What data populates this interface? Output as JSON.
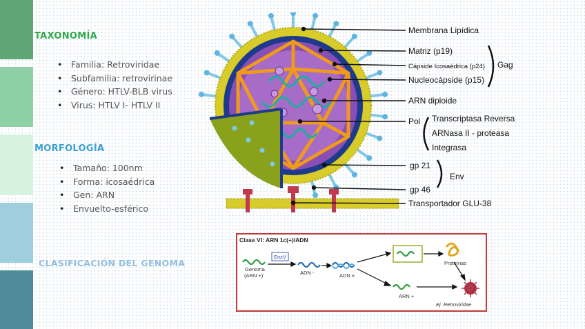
{
  "sections": {
    "taxonomy": {
      "title": "TAXONOMÍA",
      "items": [
        "Familia: Retroviridae",
        "Subfamilia: retrovirinae",
        "Género: HTLV-BLB virus",
        "Virus: HTLV I- HTLV II"
      ]
    },
    "morphology": {
      "title": "MORFOLOGÍA",
      "items": [
        "Tamaño: 100nm",
        "Forma: icosaédrica",
        "Gen: ARN",
        "Envuelto-esférico"
      ]
    },
    "genome": {
      "title": "CLASIFICACIÓN DEL GENOMA"
    }
  },
  "virus_diagram": {
    "labels": {
      "membrane": "Membrana Lipídica",
      "matrix": "Matriz (p19)",
      "capsid": "Cápside Icosaédrica (p24)",
      "nucleocapsid": "Nucleocápside (p15)",
      "rna": "ARN diploide",
      "pol": "Pol",
      "rt": "Transcriptasa Reversa",
      "rnase": "ARNasa II - proteasa",
      "integrase": "Integrasa",
      "gp21": "gp 21",
      "gp46": "gp 46",
      "transporter": "Transportador GLU-38",
      "gag": "Gag",
      "env": "Env"
    }
  },
  "genome_diagram": {
    "title": "Clase VI: ARN 1c(+)/ADN",
    "genome_label1": "Genoma",
    "genome_label2": "(ARN +)",
    "enzyme": "EnzV",
    "dna_minus": "ADN -",
    "dna_pm": "ADN ±",
    "rna_plus": "ARN +",
    "proteins": "Proteínas",
    "example": "Ej. Retroviridae"
  },
  "colors": {
    "green_heading": "#2fa84c",
    "blue_heading": "#3aa0d4",
    "light_blue_heading": "#8fc0e0",
    "genome_border": "#c43a3a"
  }
}
